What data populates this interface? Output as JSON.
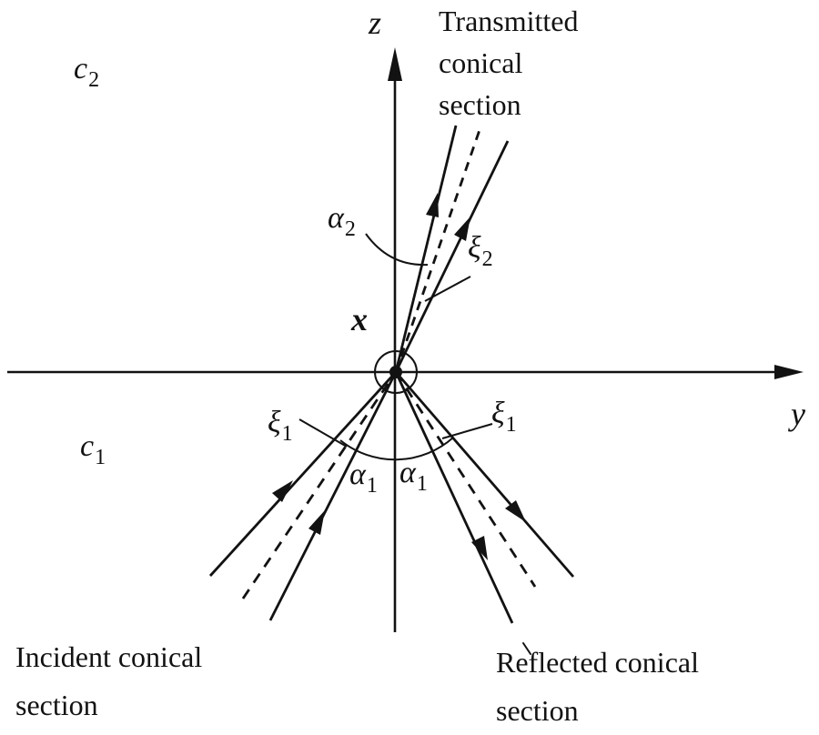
{
  "colors": {
    "ink": "#121212",
    "background": "#ffffff"
  },
  "axes": {
    "z": "z",
    "y": "y",
    "x": "x"
  },
  "media": {
    "upper": {
      "base": "c",
      "sub": "2"
    },
    "lower": {
      "base": "c",
      "sub": "1"
    }
  },
  "angles": {
    "alpha2": {
      "base": "α",
      "sub": "2"
    },
    "xi2": {
      "base": "ξ",
      "sub": "2"
    },
    "xi1_left": {
      "base": "ξ",
      "sub": "1"
    },
    "xi1_right": {
      "base": "ξ",
      "sub": "1"
    },
    "alpha1_left": {
      "base": "α",
      "sub": "1"
    },
    "alpha1_right": {
      "base": "α",
      "sub": "1"
    }
  },
  "captions": {
    "transmitted": [
      "Transmitted",
      "conical",
      "section"
    ],
    "incident": [
      "Incident conical",
      "section"
    ],
    "reflected": [
      "Reflected conical",
      "section"
    ]
  }
}
